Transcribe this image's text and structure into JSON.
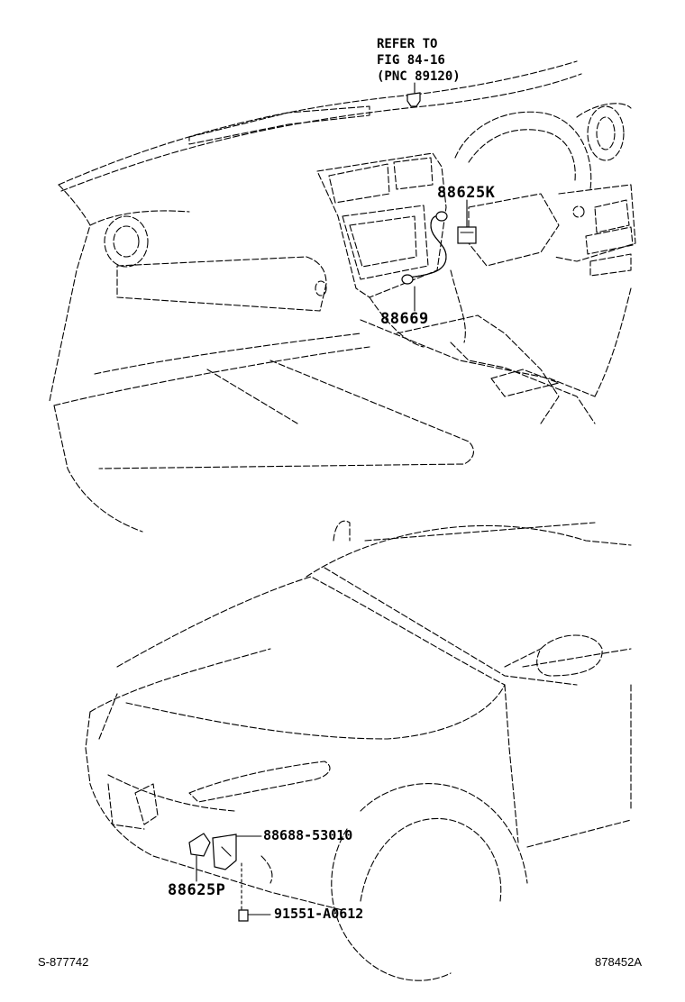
{
  "reference_note": "REFER TO\nFIG 84-16\n(PNC 89120)",
  "parts": {
    "p88625K": "88625K",
    "p88669": "88669",
    "p88688": "88688-53010",
    "p88625P": "88625P",
    "p91551": "91551-A0612"
  },
  "footer": {
    "left_code": "S-877742",
    "right_code": "878452A"
  }
}
